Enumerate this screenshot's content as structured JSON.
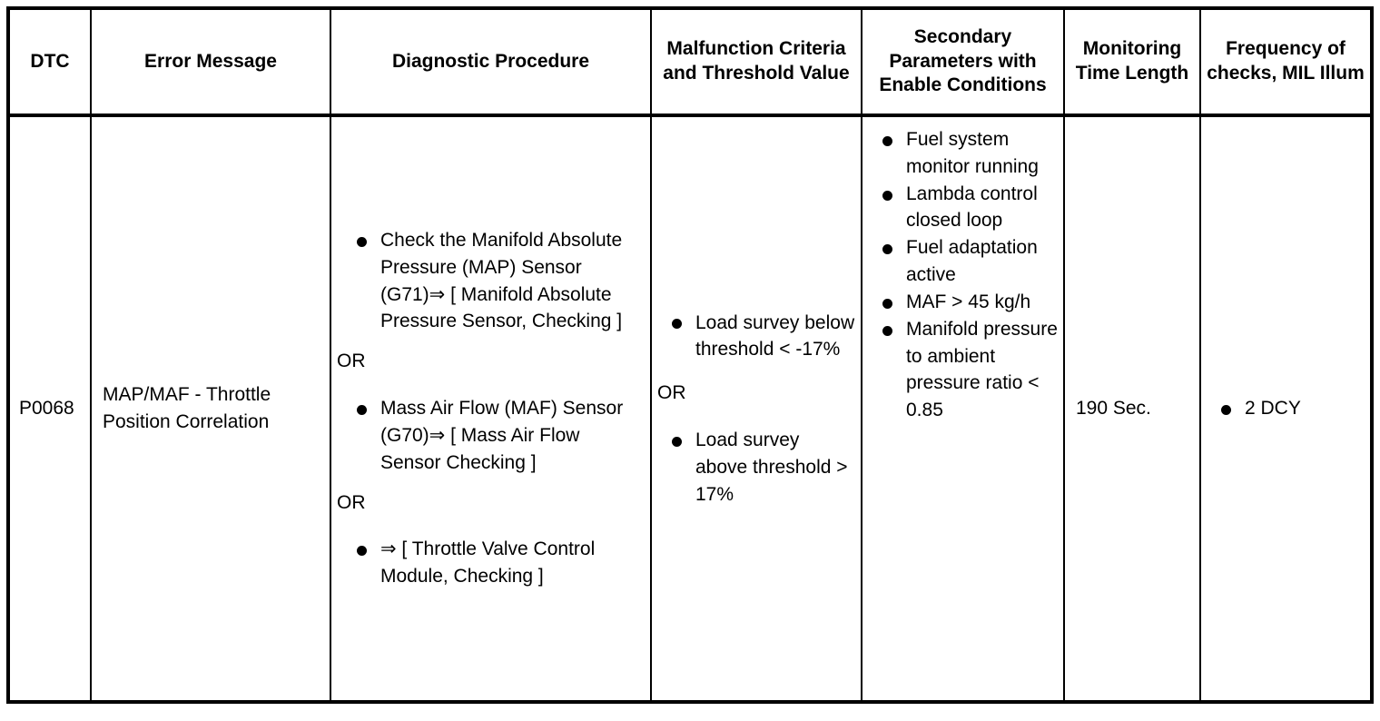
{
  "table": {
    "headers": [
      "DTC",
      "Error Message",
      "Diagnostic Procedure",
      "Malfunction Criteria and Threshold Value",
      "Secondary Parameters with Enable Conditions",
      "Monitoring Time Length",
      "Frequency of checks, MIL Illum"
    ],
    "row": {
      "dtc": "P0068",
      "error_message": "MAP/MAF - Throttle Position Correlation",
      "diagnostic_procedure": {
        "items": [
          "Check the Manifold Absolute Pressure (MAP) Sensor (G71)⇒ [ Manifold Absolute Pressure Sensor, Checking ]",
          "Mass Air Flow (MAF) Sensor (G70)⇒ [ Mass Air Flow Sensor Checking ]",
          "⇒ [ Throttle Valve Control Module, Checking ]"
        ],
        "separator_1": "OR",
        "separator_2": "OR"
      },
      "malfunction_criteria": {
        "items": [
          "Load survey below threshold < -17%",
          "Load survey above threshold > 17%"
        ],
        "separator_1": "OR"
      },
      "secondary_parameters": [
        "Fuel system monitor running",
        "Lambda control closed loop",
        "Fuel adaptation active",
        "MAF > 45 kg/h",
        "Manifold pressure to ambient pressure ratio < 0.85"
      ],
      "monitoring_time_length": "190 Sec.",
      "frequency_of_checks": [
        "2 DCY"
      ]
    }
  },
  "colors": {
    "border": "#000000",
    "text": "#000000",
    "background": "#ffffff"
  }
}
